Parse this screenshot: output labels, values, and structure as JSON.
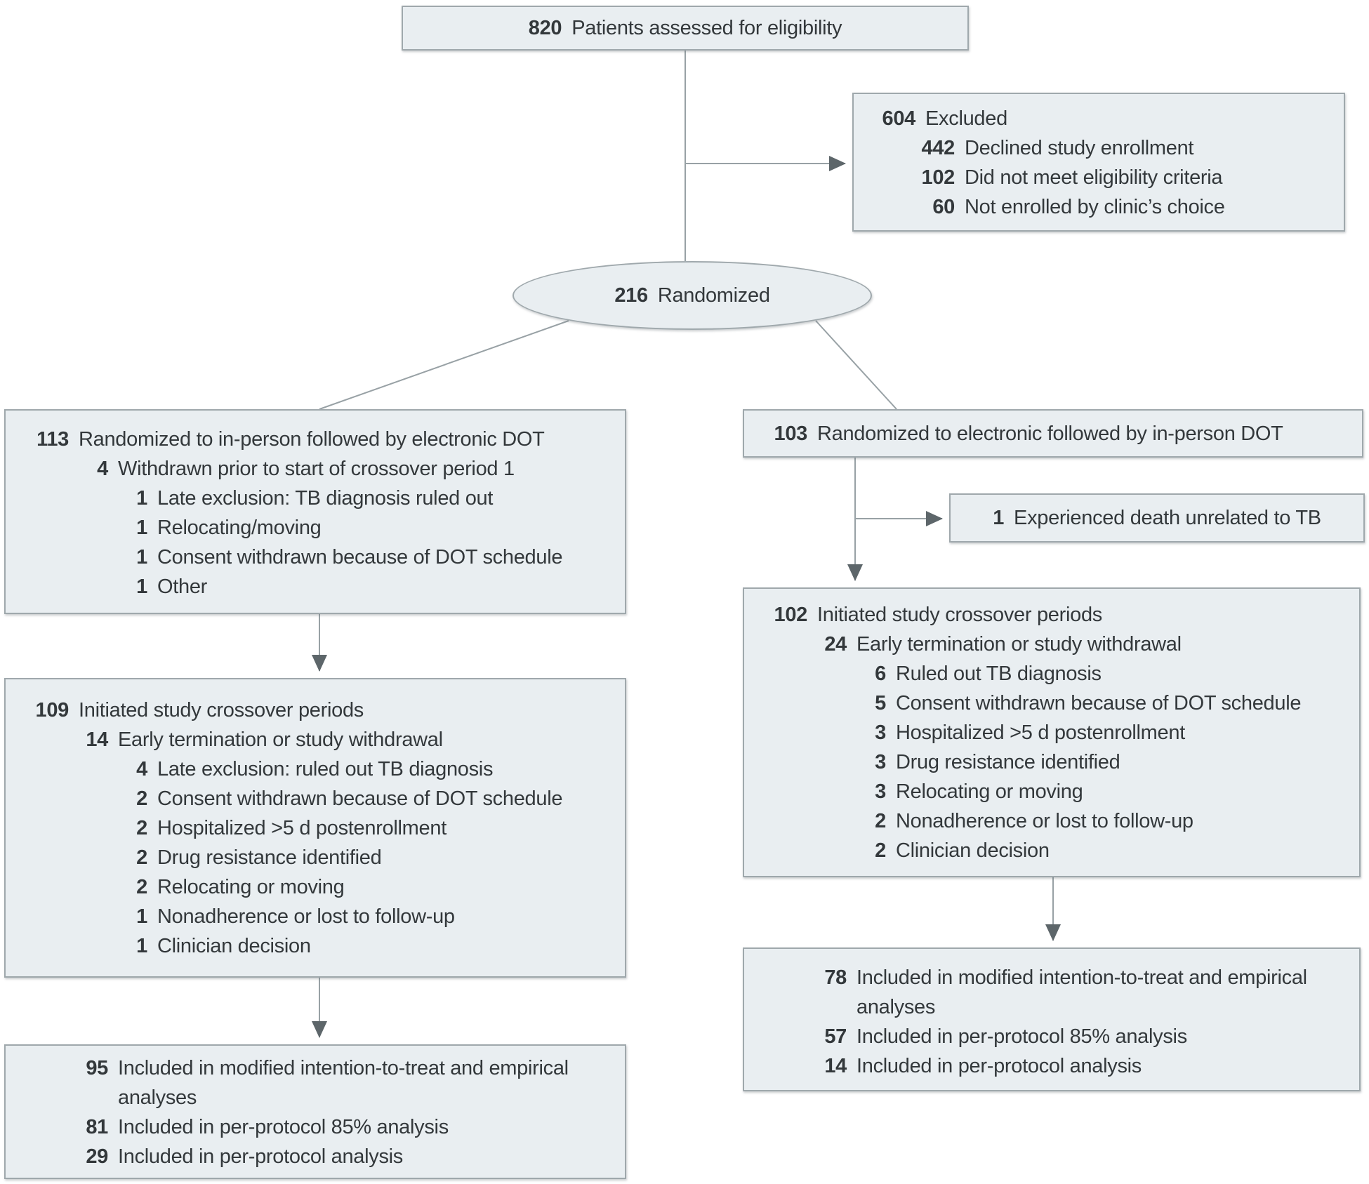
{
  "figure": {
    "colors": {
      "box_fill": "#e9eef1",
      "box_border": "#9fa8ac",
      "connector": "#98a1a5",
      "arrowhead": "#5d666a",
      "text": "#33383b"
    },
    "nodes": {
      "eligibility": {
        "lines": [
          {
            "num": "820",
            "label": "Patients assessed for eligibility",
            "indent": 0
          }
        ]
      },
      "excluded": {
        "lines": [
          {
            "num": "604",
            "label": "Excluded",
            "indent": 0
          },
          {
            "num": "442",
            "label": "Declined study enrollment",
            "indent": 1
          },
          {
            "num": "102",
            "label": "Did not meet eligibility criteria",
            "indent": 1
          },
          {
            "num": "60",
            "label": "Not enrolled by clinic’s choice",
            "indent": 1
          }
        ]
      },
      "randomized": {
        "lines": [
          {
            "num": "216",
            "label": "Randomized",
            "indent": 0
          }
        ]
      },
      "arm_in_person_first": {
        "lines": [
          {
            "num": "113",
            "label": "Randomized to in-person followed by electronic DOT",
            "indent": 0
          },
          {
            "num": "4",
            "label": "Withdrawn prior to start of crossover period 1",
            "indent": 1
          },
          {
            "num": "1",
            "label": "Late exclusion: TB diagnosis ruled out",
            "indent": 2
          },
          {
            "num": "1",
            "label": "Relocating/moving",
            "indent": 2
          },
          {
            "num": "1",
            "label": "Consent withdrawn because of DOT schedule",
            "indent": 2
          },
          {
            "num": "1",
            "label": "Other",
            "indent": 2
          }
        ]
      },
      "arm_electronic_first": {
        "lines": [
          {
            "num": "103",
            "label": "Randomized to electronic followed by in-person DOT",
            "indent": 0
          }
        ]
      },
      "death": {
        "lines": [
          {
            "num": "1",
            "label": "Experienced death unrelated to TB",
            "indent": 0
          }
        ]
      },
      "crossover_in_person_first": {
        "lines": [
          {
            "num": "109",
            "label": "Initiated study crossover periods",
            "indent": 0
          },
          {
            "num": "14",
            "label": "Early termination or study withdrawal",
            "indent": 1
          },
          {
            "num": "4",
            "label": "Late exclusion: ruled out TB diagnosis",
            "indent": 2
          },
          {
            "num": "2",
            "label": "Consent withdrawn because of DOT schedule",
            "indent": 2
          },
          {
            "num": "2",
            "label": "Hospitalized >5 d postenrollment",
            "indent": 2
          },
          {
            "num": "2",
            "label": "Drug resistance identified",
            "indent": 2
          },
          {
            "num": "2",
            "label": "Relocating or moving",
            "indent": 2
          },
          {
            "num": "1",
            "label": "Nonadherence or lost to follow-up",
            "indent": 2
          },
          {
            "num": "1",
            "label": "Clinician decision",
            "indent": 2
          }
        ]
      },
      "crossover_electronic_first": {
        "lines": [
          {
            "num": "102",
            "label": "Initiated study crossover periods",
            "indent": 0
          },
          {
            "num": "24",
            "label": "Early termination or study withdrawal",
            "indent": 1
          },
          {
            "num": "6",
            "label": "Ruled out TB diagnosis",
            "indent": 2
          },
          {
            "num": "5",
            "label": "Consent withdrawn because of DOT schedule",
            "indent": 2
          },
          {
            "num": "3",
            "label": "Hospitalized >5 d postenrollment",
            "indent": 2
          },
          {
            "num": "3",
            "label": "Drug resistance identified",
            "indent": 2
          },
          {
            "num": "3",
            "label": "Relocating or moving",
            "indent": 2
          },
          {
            "num": "2",
            "label": "Nonadherence or lost to follow-up",
            "indent": 2
          },
          {
            "num": "2",
            "label": "Clinician decision",
            "indent": 2
          }
        ]
      },
      "analysis_in_person_first": {
        "lines": [
          {
            "num": "95",
            "label": "Included in modified intention-to-treat and empirical analyses",
            "indent": 0
          },
          {
            "num": "81",
            "label": "Included in per-protocol 85% analysis",
            "indent": 0
          },
          {
            "num": "29",
            "label": "Included in per-protocol analysis",
            "indent": 0
          }
        ]
      },
      "analysis_electronic_first": {
        "lines": [
          {
            "num": "78",
            "label": "Included in modified intention-to-treat and empirical analyses",
            "indent": 0
          },
          {
            "num": "57",
            "label": "Included in per-protocol 85% analysis",
            "indent": 0
          },
          {
            "num": "14",
            "label": "Included in per-protocol analysis",
            "indent": 0
          }
        ]
      }
    }
  }
}
